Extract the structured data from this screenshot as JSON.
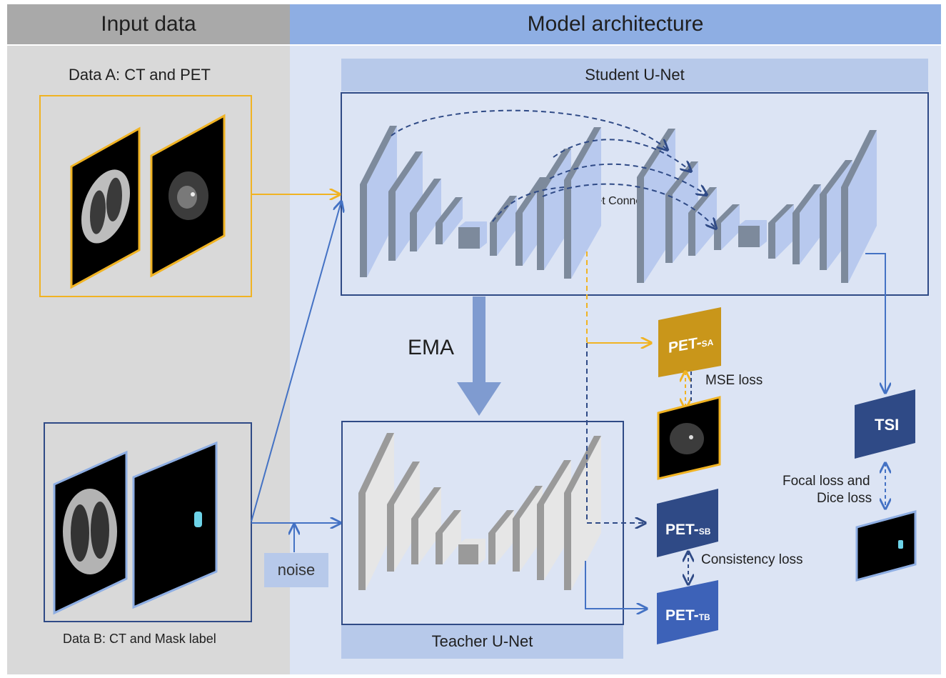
{
  "header": {
    "input_title": "Input data",
    "model_title": "Model architecture"
  },
  "data_a": {
    "label": "Data A: CT and PET"
  },
  "data_b": {
    "label": "Data B: CT and Mask label"
  },
  "student": {
    "title": "Student U-Net",
    "skip_label": "skip Unet Connect"
  },
  "teacher": {
    "title": "Teacher U-Net"
  },
  "ema_label": "EMA",
  "noise_label": "noise",
  "outputs": {
    "pet_sa": {
      "main": "PET-",
      "sub": "SA"
    },
    "pet_sb": {
      "main": "PET-",
      "sub": "SB"
    },
    "pet_tb": {
      "main": "PET-",
      "sub": "TB"
    },
    "tsi": "TSI"
  },
  "losses": {
    "mse": "MSE loss",
    "consistency": "Consistency loss",
    "focal_dice_line1": "Focal loss and",
    "focal_dice_line2": "Dice loss"
  },
  "colors": {
    "orange": "#f0b323",
    "blue": "#4472c4",
    "navy": "#2f4a86",
    "gold_box": "#c9961a"
  }
}
